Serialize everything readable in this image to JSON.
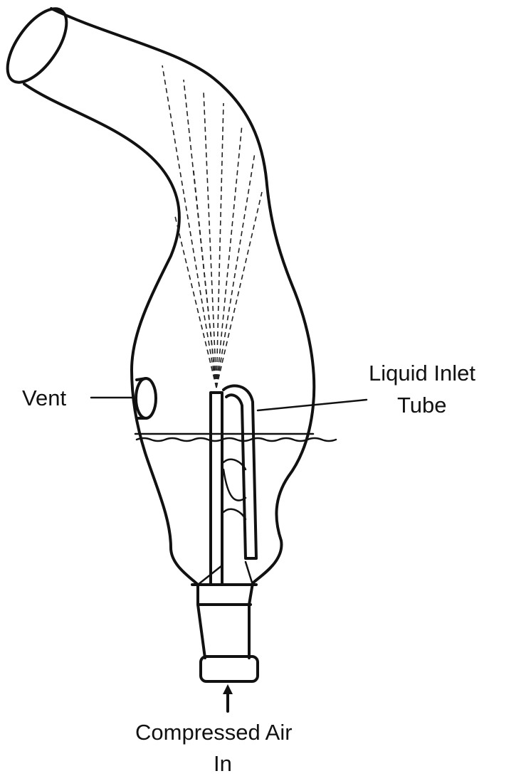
{
  "labels": {
    "vent": "Vent",
    "liquid_inlet_line1": "Liquid Inlet",
    "liquid_inlet_line2": "Tube",
    "air_line1": "Compressed Air",
    "air_line2": "In"
  }
}
